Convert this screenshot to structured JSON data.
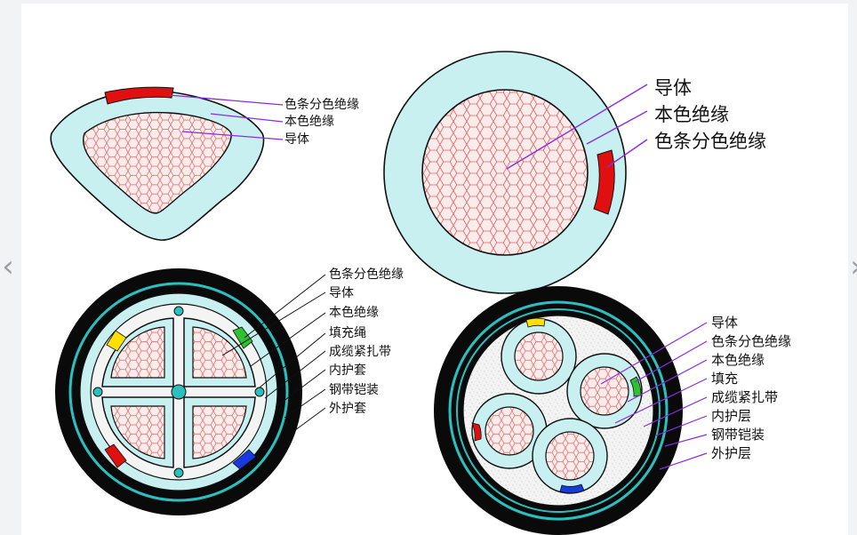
{
  "colors": {
    "insulation": "#c8f0f0",
    "outline": "#101010",
    "conductor_fill": "#fbecec",
    "conductor_grid": "#e06060",
    "label_line": "#8a2be2",
    "armor": "#2bc0c0",
    "sheath": "#0a0a0a",
    "filler": "#f4f4f4",
    "stripe_red": "#e01010",
    "stripe_yellow": "#ffe000",
    "stripe_green": "#2ec22e",
    "stripe_blue": "#1838e0"
  },
  "nav": {
    "prev_icon": "chevron-left-icon",
    "next_icon": "chevron-right-icon",
    "prev": "‹",
    "next": "›"
  },
  "sector_core": {
    "labels": [
      "色条分色绝缘",
      "本色绝缘",
      "导体"
    ]
  },
  "round_core": {
    "labels": [
      "导体",
      "本色绝缘",
      "色条分色绝缘"
    ]
  },
  "four_core_sector": {
    "labels": [
      "色条分色绝缘",
      "导体",
      "本色绝缘",
      "填充绳",
      "成缆紧扎带",
      "内护套",
      "钢带铠装",
      "外护套"
    ]
  },
  "four_core_round": {
    "labels": [
      "导体",
      "色条分色绝缘",
      "本色绝缘",
      "填充",
      "成缆紧扎带",
      "内护层",
      "钢带铠装",
      "外护层"
    ]
  }
}
